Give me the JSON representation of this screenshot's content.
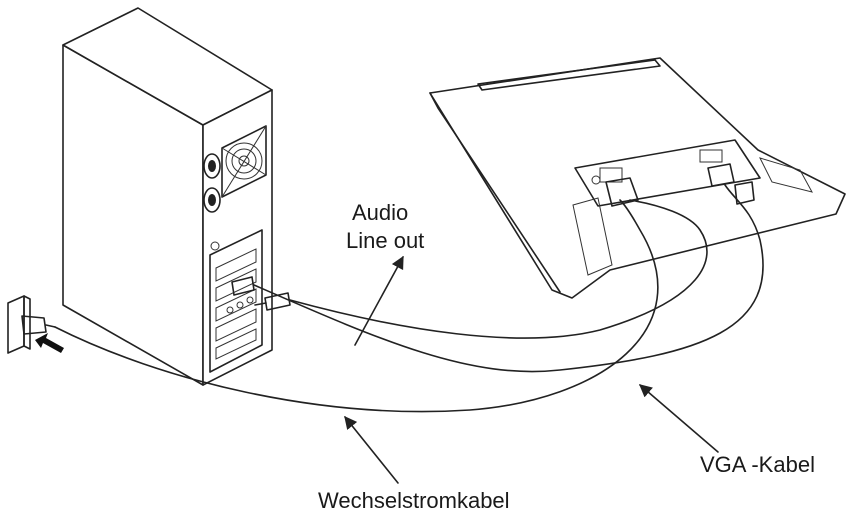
{
  "labels": {
    "audio_line1": "Audio",
    "audio_line2": "Line out",
    "vga_cable": "VGA -Kabel",
    "power_cable": "Wechselstromkabel"
  }
}
